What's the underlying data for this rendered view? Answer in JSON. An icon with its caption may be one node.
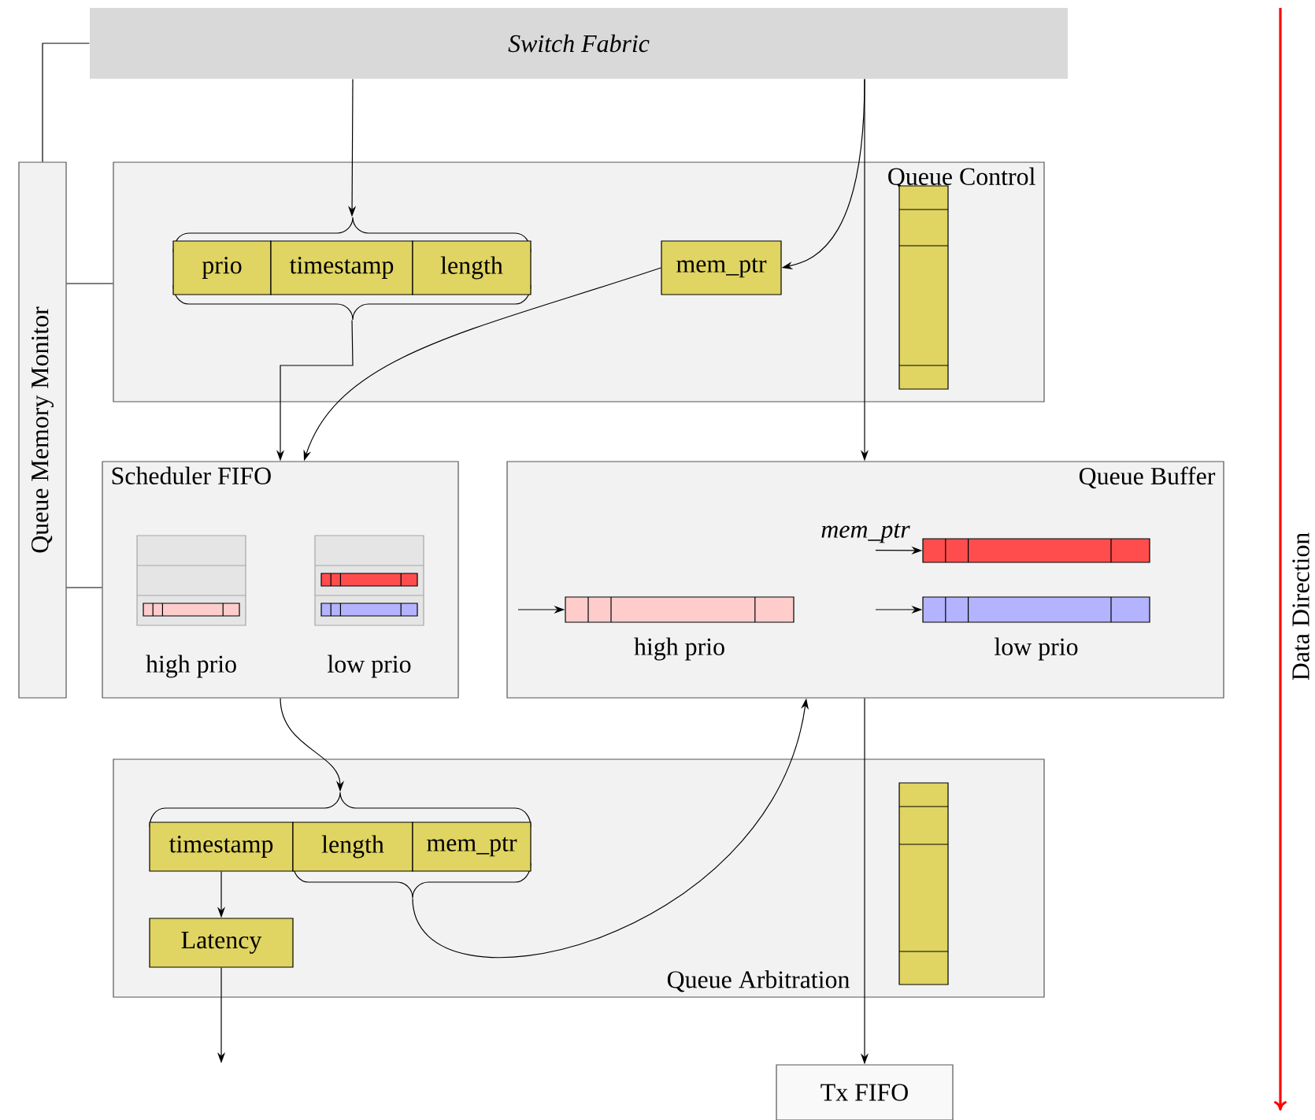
{
  "diagram": {
    "nodes": [
      {
        "text": [
          "Switch Fabric"
        ]
      },
      {
        "text": [
          "Queue Memory Monitor"
        ]
      },
      {
        "text": [
          "Queue Control"
        ]
      },
      {
        "text": [],
        "shape": "brace",
        "in": 2
      },
      {
        "text": [
          "prio"
        ],
        "in": 3
      },
      {
        "text": [
          "timestamp"
        ],
        "in": 3
      },
      {
        "text": [
          "length"
        ],
        "in": 3
      },
      {
        "text": [
          "mem_ptr"
        ],
        "in": 2
      },
      {
        "text": [],
        "shape": "bar",
        "in": 2
      },
      {
        "text": [
          "Scheduler FIFO"
        ]
      },
      {
        "text": [
          "high prio"
        ],
        "in": 9
      },
      {
        "text": [
          "low prio"
        ],
        "in": 9
      },
      {
        "text": [
          "Queue Buffer"
        ]
      },
      {
        "text": [
          "high prio"
        ],
        "in": 12
      },
      {
        "text": [],
        "shape": "bar",
        "in": 12
      },
      {
        "text": [
          "low prio"
        ],
        "in": 12
      },
      {
        "text": [
          "mem_ptr"
        ],
        "in": 12
      },
      {
        "text": [
          "Queue Arbitration"
        ]
      },
      {
        "text": [],
        "shape": "brace",
        "in": 17
      },
      {
        "text": [
          "timestamp"
        ],
        "in": 18
      },
      {
        "text": [
          "length"
        ],
        "in": 18
      },
      {
        "text": [
          "mem_ptr"
        ],
        "in": 18
      },
      {
        "text": [
          "Latency"
        ],
        "in": 17
      },
      {
        "text": [],
        "shape": "bar",
        "in": 17
      },
      {
        "text": [
          "Tx FIFO"
        ]
      }
    ],
    "edges": [
      {
        "from": 0,
        "to": 3,
        "arrow": "to"
      },
      {
        "from": 0,
        "to": 7,
        "arrow": "to"
      },
      {
        "from": 0,
        "to": 12,
        "arrow": "to"
      },
      {
        "from": 0,
        "to": 1,
        "arrow": "none"
      },
      {
        "from": 1,
        "to": 2,
        "arrow": "none"
      },
      {
        "from": 1,
        "to": 9,
        "arrow": "none"
      },
      {
        "from": 3,
        "to": 9,
        "arrow": "to"
      },
      {
        "from": 7,
        "to": 9,
        "arrow": "to"
      },
      {
        "from": 9,
        "to": 18,
        "arrow": "to"
      },
      {
        "from": 18,
        "to": 12,
        "arrow": "to"
      },
      {
        "from": 19,
        "to": 22,
        "arrow": "to"
      },
      {
        "from": 22,
        "to": null,
        "arrow": "to"
      },
      {
        "from": 12,
        "to": 24,
        "arrow": "to"
      },
      {
        "from": null,
        "to": 13,
        "arrow": "to"
      },
      {
        "from": null,
        "to": 15,
        "arrow": "to"
      },
      {
        "from": 16,
        "to": 14,
        "arrow": "to"
      }
    ],
    "labels": [
      "Data Direction"
    ]
  }
}
